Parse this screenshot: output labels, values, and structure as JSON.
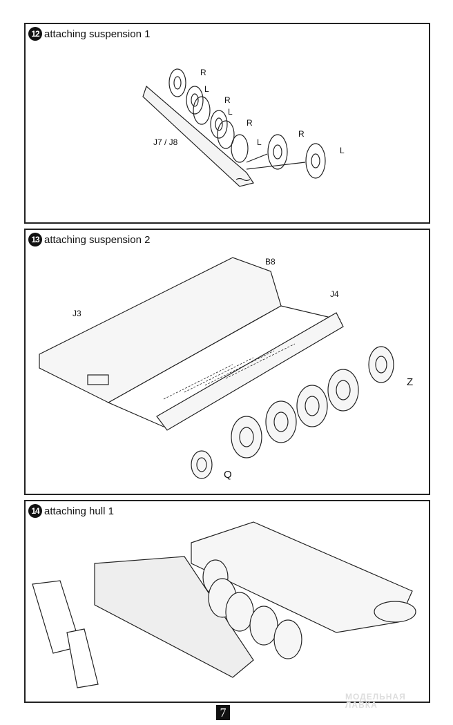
{
  "steps": [
    {
      "number": "12",
      "title": "attaching suspension 1",
      "labels": [
        "R",
        "L",
        "R",
        "L",
        "R",
        "J7 / J8",
        "L",
        "R",
        "L"
      ]
    },
    {
      "number": "13",
      "title": "attaching suspension 2",
      "labels": [
        "B8",
        "J3",
        "J4",
        "Z",
        "Q"
      ]
    },
    {
      "number": "14",
      "title": "attaching hull 1"
    }
  ],
  "page_number": "7",
  "watermark": "МОДЕЛЬНАЯ ЛАВКА"
}
